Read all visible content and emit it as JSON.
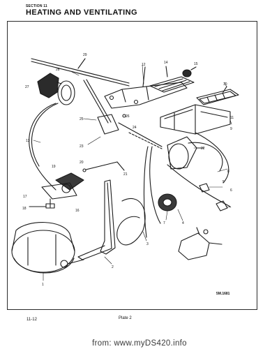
{
  "header": {
    "section": "SECTION 11",
    "title": "HEATING AND VENTILATING"
  },
  "diagram": {
    "reference": "5M.1681",
    "callouts": [
      "1",
      "2",
      "3",
      "4",
      "5",
      "6",
      "7",
      "8",
      "9",
      "10",
      "11",
      "12",
      "13",
      "14",
      "15",
      "16",
      "17",
      "18",
      "19",
      "20",
      "21",
      "22",
      "23",
      "24",
      "25",
      "26",
      "27",
      "28",
      "29"
    ],
    "labels": {
      "c1": "1",
      "c2": "2",
      "c3": "3",
      "c4": "4",
      "c5": "5",
      "c6": "6",
      "c7": "7",
      "c8": "8",
      "c9": "9",
      "c10": "10",
      "c11": "11",
      "c12": "12",
      "c13": "13",
      "c14": "14",
      "c15": "15",
      "c16": "16",
      "c17": "17",
      "c18": "18",
      "c19": "19",
      "c20": "20",
      "c21": "21",
      "c22": "22",
      "c23": "23",
      "c24": "24",
      "c25": "25",
      "c26": "26",
      "c27": "27",
      "c28": "28",
      "c29": "29"
    }
  },
  "footer": {
    "page": "11-12",
    "plate": "Plate 2",
    "url": "from: www.myDS420.info"
  }
}
